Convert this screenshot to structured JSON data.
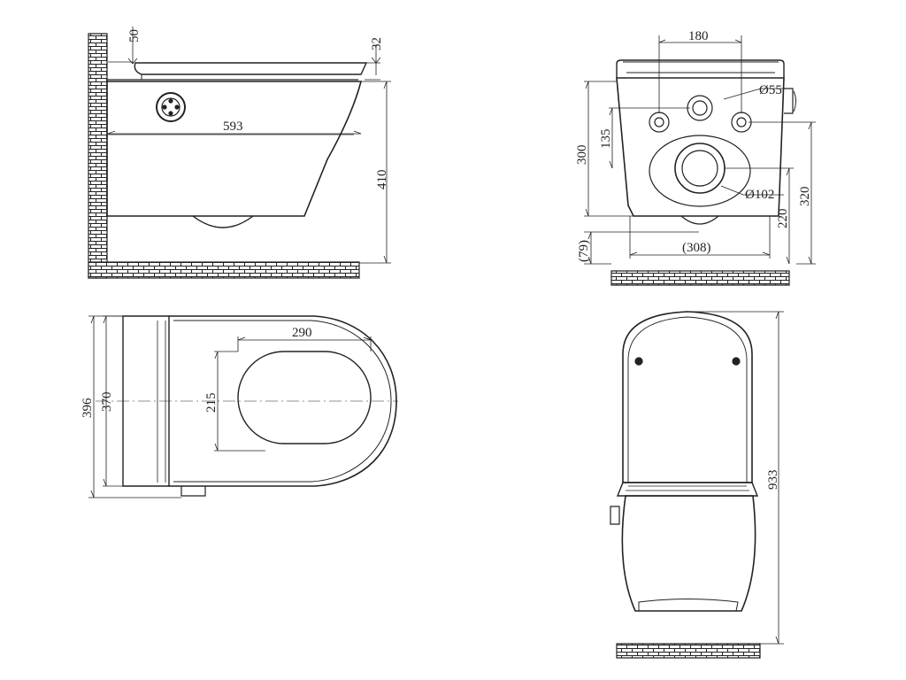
{
  "side_view": {
    "dim_seat_thickness": "50",
    "dim_lid_height": "32",
    "dim_projection": "593",
    "dim_height": "410"
  },
  "rear_view": {
    "dim_stud_spacing": "180",
    "dim_inlet_diameter": "Ø55",
    "dim_stud_height": "300",
    "dim_inlet_to_stud": "135",
    "dim_outlet_diameter": "Ø102",
    "dim_outlet_height": "320",
    "dim_bottom_height": "220",
    "dim_base_width": "(308)",
    "dim_floor_gap": "(79)"
  },
  "top_view": {
    "dim_overall_width": "396",
    "dim_body_width": "370",
    "dim_opening_length": "290",
    "dim_opening_width": "215"
  },
  "front_view": {
    "dim_total_height": "933"
  }
}
